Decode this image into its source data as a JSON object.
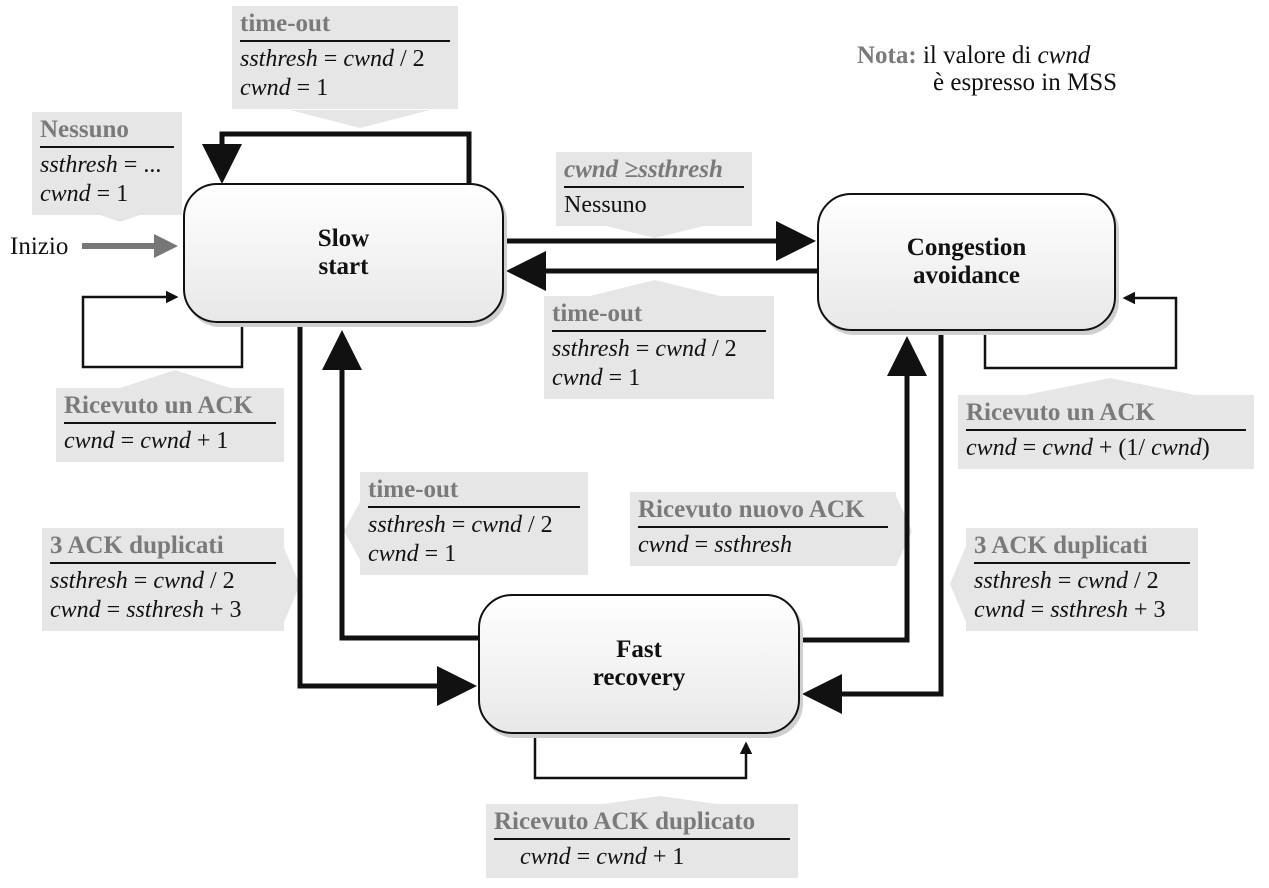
{
  "states": {
    "slow_start": [
      "Slow",
      "start"
    ],
    "congestion_avoidance": [
      "Congestion",
      "avoidance"
    ],
    "fast_recovery": [
      "Fast",
      "recovery"
    ]
  },
  "start_label": "Inizio",
  "note": {
    "key": "Nota:",
    "line1_pre": "il valore di ",
    "line1_var": "cwnd",
    "line2": "è espresso in MSS"
  },
  "transitions": {
    "init": {
      "event": "Nessuno",
      "a1_var": "ssthresh",
      "a1_rest": " = ...",
      "a2_var": "cwnd",
      "a2_rest": " = 1"
    },
    "ss_timeout": {
      "event": "time-out",
      "a1_var": "ssthresh",
      "a1_mid": " = ",
      "a1_var2": "cwnd",
      "a1_rest": " / 2",
      "a2_var": "cwnd",
      "a2_rest": " = 1"
    },
    "ss_to_ca": {
      "event": "cwnd ≥ssthresh",
      "action": "Nessuno"
    },
    "ca_timeout": {
      "event": "time-out",
      "a1_var": "ssthresh",
      "a1_mid": " = ",
      "a1_var2": "cwnd",
      "a1_rest": " / 2",
      "a2_var": "cwnd",
      "a2_rest": " = 1"
    },
    "ss_ack": {
      "event": "Ricevuto un ACK",
      "a1_var": "cwnd",
      "a1_mid": " = ",
      "a1_var2": "cwnd",
      "a1_rest": " + 1"
    },
    "ca_ack": {
      "event": "Ricevuto un ACK",
      "a1_var": "cwnd",
      "a1_mid": " = ",
      "a1_var2": "cwnd",
      "a1_mid2": " + (1/ ",
      "a1_var3": "cwnd",
      "a1_rest": ")"
    },
    "fr_timeout": {
      "event": "time-out",
      "a1_var": "ssthresh",
      "a1_mid": " = ",
      "a1_var2": "cwnd",
      "a1_rest": " / 2",
      "a2_var": "cwnd",
      "a2_rest": " = 1"
    },
    "fr_new_ack": {
      "event": "Ricevuto nuovo ACK",
      "a1_var": "cwnd",
      "a1_mid": " = ",
      "a1_var2": "ssthresh"
    },
    "ss_dup3": {
      "event": "3 ACK duplicati",
      "a1_var": "ssthresh",
      "a1_mid": " = ",
      "a1_var2": "cwnd",
      "a1_rest": " / 2",
      "a2_var": "cwnd",
      "a2_mid": " = ",
      "a2_var2": "ssthresh",
      "a2_rest": " + 3"
    },
    "ca_dup3": {
      "event": "3 ACK duplicati",
      "a1_var": "ssthresh",
      "a1_mid": " = ",
      "a1_var2": "cwnd",
      "a1_rest": " / 2",
      "a2_var": "cwnd",
      "a2_mid": " = ",
      "a2_var2": "ssthresh",
      "a2_rest": " + 3"
    },
    "fr_dup": {
      "event": "Ricevuto ACK duplicato",
      "a1_var": "cwnd",
      "a1_mid": " = ",
      "a1_var2": "cwnd",
      "a1_rest": " + 1"
    }
  },
  "colors": {
    "label_bg": "#e6e6e6",
    "event_text": "#7a7a7a",
    "start_arrow": "#777777",
    "line": "#111111"
  }
}
